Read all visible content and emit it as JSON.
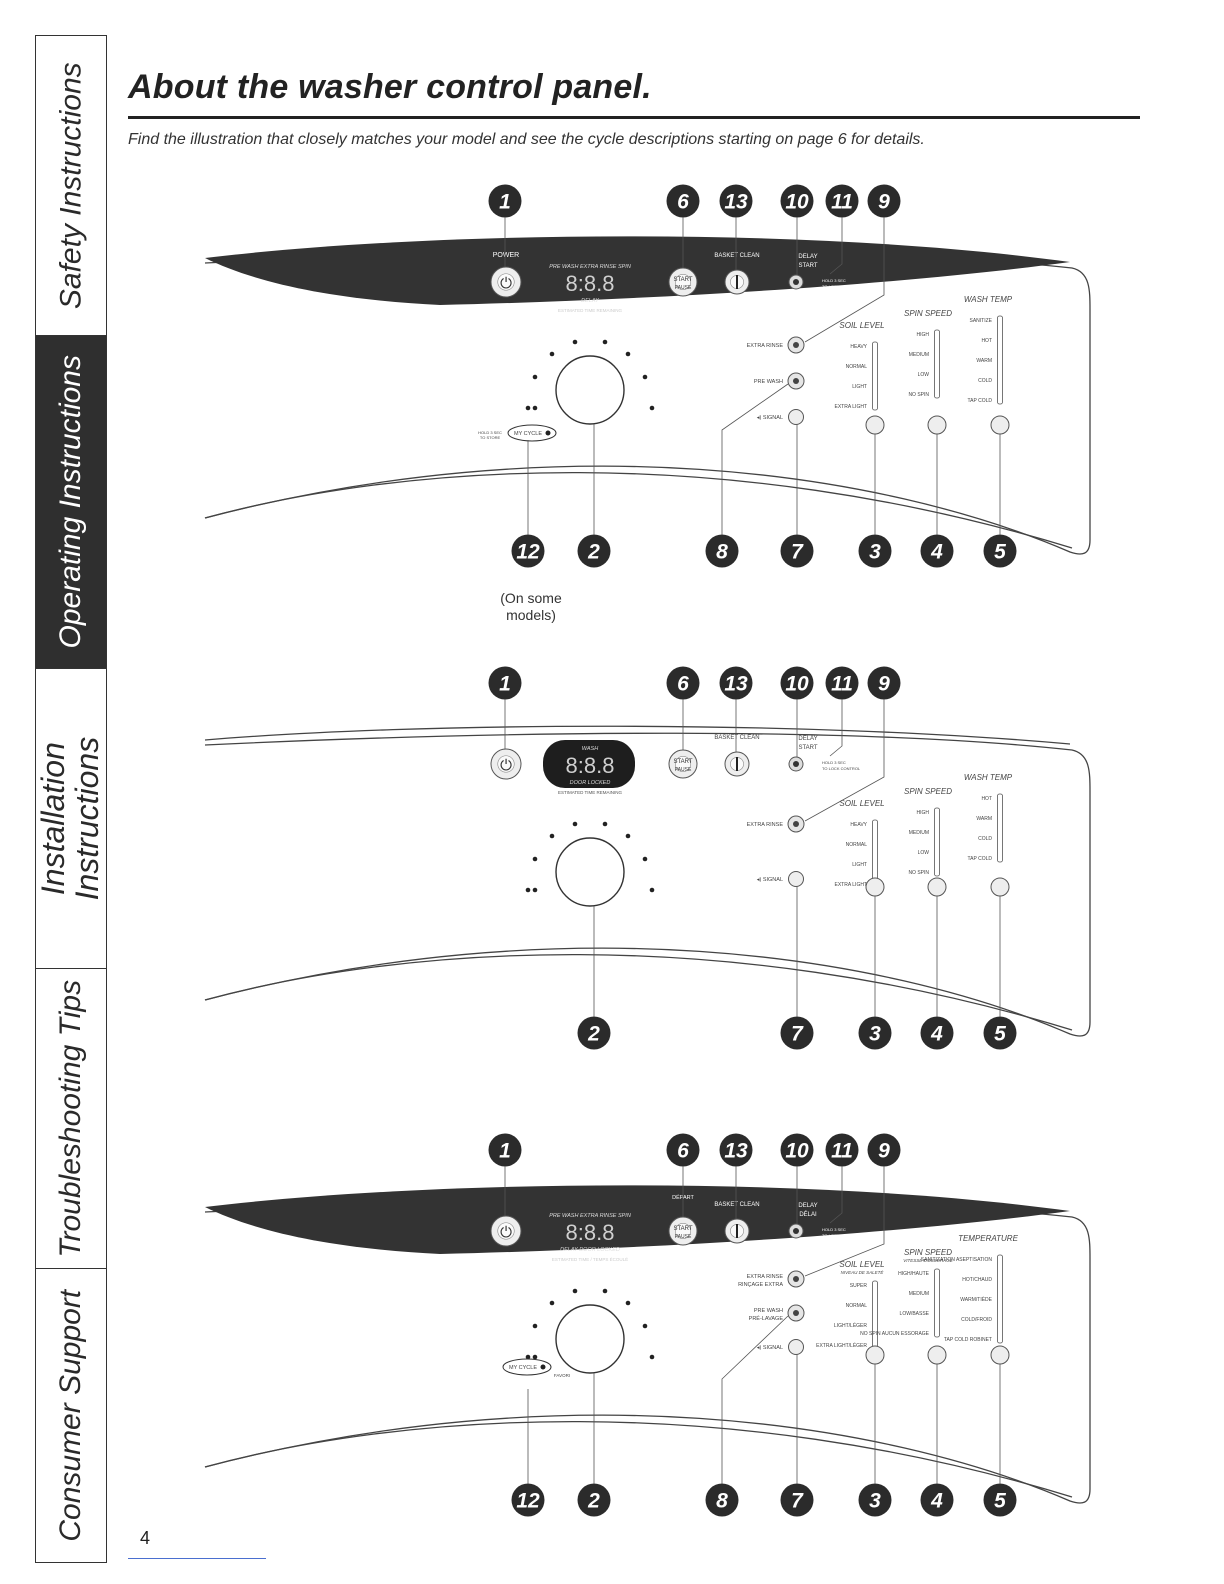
{
  "side_tabs": [
    {
      "label": "Safety Instructions",
      "active": false
    },
    {
      "label": "Operating Instructions",
      "active": true
    },
    {
      "label": "Installation Instructions",
      "active": false
    },
    {
      "label": "Troubleshooting Tips",
      "active": false
    },
    {
      "label": "Consumer Support",
      "active": false
    }
  ],
  "title": "About the washer control panel.",
  "subtitle": "Find the illustration that closely matches your model and see the cycle descriptions starting on page 6 for details.",
  "page_number": "4",
  "on_some_models_note": "(On some models)",
  "colors": {
    "panel_dark": "#333333",
    "badge": "#2b2b2b",
    "display_bg": "#1e1e1e"
  },
  "panels": [
    {
      "top_numbers": [
        "1",
        "6",
        "13",
        "10",
        "11",
        "9"
      ],
      "bottom_numbers": [
        "12",
        "2",
        "8",
        "7",
        "3",
        "4",
        "5"
      ],
      "power_label": "POWER",
      "start_label_1": "START",
      "start_label_2": "PAUSE",
      "basket_clean_label": "BASKET CLEAN",
      "delay_label_1": "DELAY",
      "delay_label_2": "START",
      "hold_lock_label": "HOLD 3 SEC TO LOCK CONTROL",
      "display_digits": "8:8.8",
      "display_top": "PRE WASH  EXTRA RINSE  SPIN",
      "display_bottom": "DELAY",
      "est_time_label": "ESTIMATED TIME REMAINING",
      "extra_rinse_label": "EXTRA RINSE",
      "prewash_label": "PRE WASH",
      "signal_label": "SIGNAL",
      "my_cycle_label": "MY CYCLE",
      "hold_store_label": "HOLD 3 SEC TO STORE",
      "soil_title": "SOIL LEVEL",
      "soil_levels": [
        "HEAVY",
        "NORMAL",
        "LIGHT",
        "EXTRA LIGHT"
      ],
      "spin_title": "SPIN SPEED",
      "spin_levels": [
        "HIGH",
        "MEDIUM",
        "LOW",
        "NO SPIN"
      ],
      "temp_title": "WASH TEMP",
      "temp_levels": [
        "SANITIZE",
        "HOT",
        "WARM",
        "COLD",
        "TAP COLD"
      ]
    },
    {
      "top_numbers": [
        "1",
        "6",
        "13",
        "10",
        "11",
        "9"
      ],
      "bottom_numbers": [
        "2",
        "7",
        "3",
        "4",
        "5"
      ],
      "start_label_1": "START",
      "start_label_2": "PAUSE",
      "basket_clean_label": "BASKET CLEAN",
      "delay_label_1": "DELAY",
      "delay_label_2": "START",
      "hold_lock_label": "HOLD 3 SEC TO LOCK CONTROL",
      "display_digits": "8:8.8",
      "display_top": "WASH",
      "display_bottom": "DOOR LOCKED",
      "est_time_label": "ESTIMATED TIME REMAINING",
      "extra_rinse_label": "EXTRA RINSE",
      "signal_label": "SIGNAL",
      "soil_title": "SOIL LEVEL",
      "soil_levels": [
        "HEAVY",
        "NORMAL",
        "LIGHT",
        "EXTRA LIGHT"
      ],
      "spin_title": "SPIN SPEED",
      "spin_levels": [
        "HIGH",
        "MEDIUM",
        "LOW",
        "NO SPIN"
      ],
      "temp_title": "WASH TEMP",
      "temp_levels": [
        "HOT",
        "WARM",
        "COLD",
        "TAP COLD"
      ]
    },
    {
      "top_numbers": [
        "1",
        "6",
        "13",
        "10",
        "11",
        "9"
      ],
      "bottom_numbers": [
        "12",
        "2",
        "8",
        "7",
        "3",
        "4",
        "5"
      ],
      "start_label_1": "START",
      "start_label_2": "PAUSE",
      "depart_label": "DÉPART",
      "basket_clean_label": "BASKET CLEAN",
      "delay_label_1": "DELAY",
      "delay_label_2": "DÉLAI",
      "hold_lock_label": "HOLD 3 SEC TO LOCK CONTROL",
      "display_digits": "8:8.8",
      "display_top": "PRE WASH  EXTRA RINSE  SPIN",
      "display_bottom": "DELAY  DOOR LOCKED",
      "est_time_label": "ESTIMATED TIME / TEMPS ÉCOULÉ",
      "extra_rinse_label": "EXTRA RINSE",
      "extra_rinse_label_fr": "RINÇAGE EXTRA",
      "prewash_label": "PRE WASH",
      "prewash_label_fr": "PRÉ-LAVAGE",
      "signal_label": "SIGNAL",
      "my_cycle_label": "MY CYCLE",
      "favori_label": "FAVORI",
      "soil_title": "SOIL LEVEL",
      "soil_title_fr": "NIVEAU DE SALETÉ",
      "soil_levels": [
        "SUPER",
        "NORMAL",
        "LIGHT/LÉGER",
        "EXTRA LIGHT/LÉGER"
      ],
      "spin_title": "SPIN SPEED",
      "spin_title_fr": "VITESSE D'ESSORAGE",
      "spin_levels": [
        "HIGH/HAUTE",
        "MEDIUM",
        "LOW/BASSE",
        "NO SPIN AUCUN ESSORAGE"
      ],
      "temp_title": "TEMPERATURE",
      "temp_levels": [
        "SANITIZATION ASEPTISATION",
        "HOT/CHAUD",
        "WARM/TIÈDE",
        "COLD/FROID",
        "TAP COLD ROBINET"
      ]
    }
  ]
}
